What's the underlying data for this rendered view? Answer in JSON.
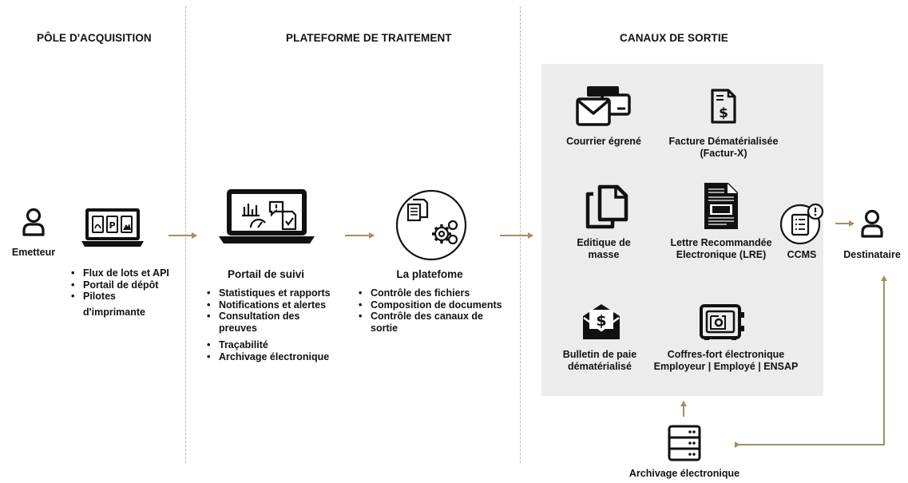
{
  "columns": {
    "acquisition": "PÔLE D'ACQUISITION",
    "traitement": "PLATEFORME DE TRAITEMENT",
    "sortie": "CANAUX DE SORTIE"
  },
  "emetteur": {
    "label": "Emetteur",
    "icon": "user-icon"
  },
  "acquisition_laptop": {
    "icon": "laptop-documents-icon",
    "items": [
      "Flux de lots et API",
      "Portail de dépôt",
      "Pilotes",
      "d'imprimante"
    ]
  },
  "portail": {
    "title": "Portail de suivi",
    "icon": "laptop-dashboard-icon",
    "items": [
      "Statistiques et rapports",
      "Notifications et alertes",
      "Consultation des",
      "preuves",
      "Traçabilité",
      "Archivage électronique"
    ]
  },
  "plateforme": {
    "title": "La platefome",
    "icon": "documents-gears-icon",
    "items": [
      "Contrôle des fichiers",
      "Composition de documents",
      "Contrôle des canaux de",
      "sortie"
    ]
  },
  "channels": [
    {
      "line1": "Courrier égrené",
      "line2": "",
      "icon": "mail-icon"
    },
    {
      "line1": "Facture Dématérialisée",
      "line2": "(Factur-X)",
      "icon": "invoice-icon"
    },
    {
      "line1": "Editique de",
      "line2": "masse",
      "icon": "copy-documents-icon"
    },
    {
      "line1": "Lettre Recommandée",
      "line2": "Electronique (LRE)",
      "icon": "registered-letter-icon"
    },
    {
      "line1": "Bulletin de paie",
      "line2": "dématérialisé",
      "icon": "payslip-envelope-icon"
    },
    {
      "line1": "Coffres-fort électronique",
      "line2": "Employeur | Employé | ENSAP",
      "icon": "safe-icon"
    }
  ],
  "ccms": {
    "label": "CCMS",
    "icon": "checklist-alert-icon"
  },
  "destinataire": {
    "label": "Destinataire",
    "icon": "user-icon"
  },
  "archivage": {
    "label": "Archivage électronique",
    "icon": "server-icon"
  },
  "colors": {
    "arrow": "#a58d62",
    "panel": "#ececec",
    "ink": "#111111",
    "separator": "#b5b5b5"
  }
}
